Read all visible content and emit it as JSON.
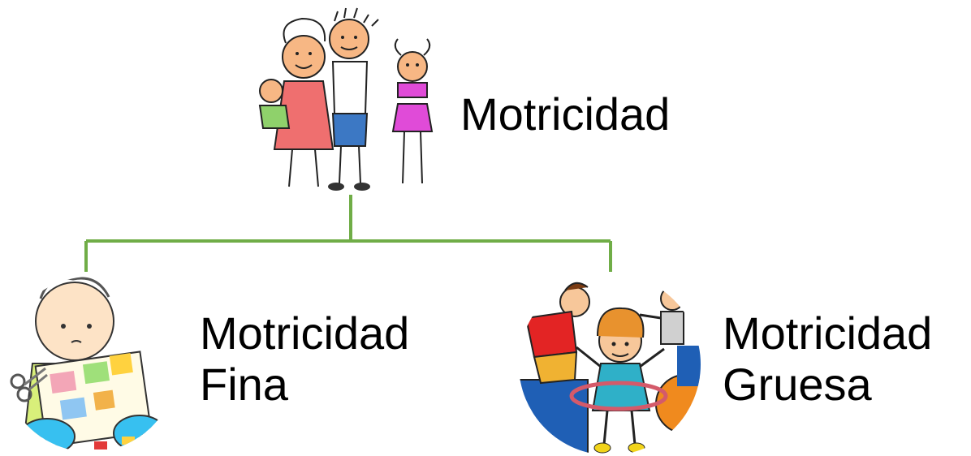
{
  "diagram": {
    "root": {
      "label": "Motricidad",
      "image": "family-drawing"
    },
    "children": [
      {
        "line1": "Motricidad",
        "line2": "Fina",
        "image": "child-cutting-paper-drawing"
      },
      {
        "line1": "Motricidad",
        "line2": "Gruesa",
        "image": "children-playing-hula-hoop-drawing"
      }
    ],
    "connector_color": "#70ad47"
  }
}
